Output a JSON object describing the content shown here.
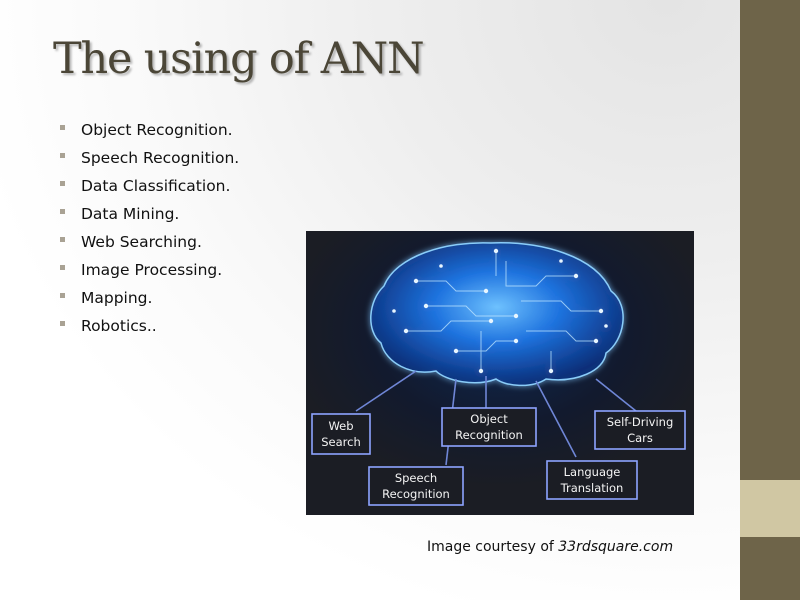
{
  "slide": {
    "title": "The using of ANN",
    "bullets": [
      "Object Recognition.",
      "Speech Recognition.",
      "Data Classification.",
      "Data Mining.",
      "Web Searching.",
      "Image Processing.",
      "Mapping.",
      "Robotics.."
    ],
    "caption_prefix": "Image courtesy of ",
    "caption_source": "33rdsquare.com"
  },
  "figure": {
    "boxes": [
      {
        "line1": "Web",
        "line2": "Search"
      },
      {
        "line1": "Object",
        "line2": "Recognition"
      },
      {
        "line1": "Self-Driving",
        "line2": "Cars"
      },
      {
        "line1": "Speech",
        "line2": "Recognition"
      },
      {
        "line1": "Language",
        "line2": "Translation"
      }
    ]
  },
  "colors": {
    "sidebar": "#6e6449",
    "sidebar_accent": "#d0c7a3",
    "title": "#4b4637",
    "bullet_marker": "#a9a294",
    "brain_glow": "#2a8cff"
  }
}
